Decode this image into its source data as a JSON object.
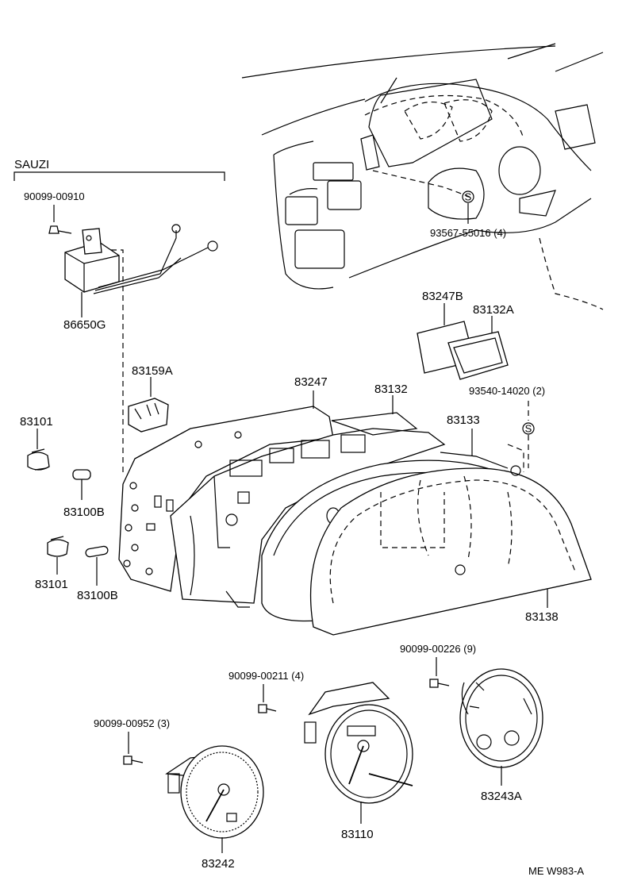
{
  "group_label": "SAUZI",
  "parts": {
    "p90099_00910": "90099-00910",
    "p86650G": "86650G",
    "p93567": "93567-55016 (4)",
    "p83247B": "83247B",
    "p83132A": "83132A",
    "p83159A": "83159A",
    "p83247": "83247",
    "p83132": "83132",
    "p93540": "93540-14020 (2)",
    "p83101_a": "83101",
    "p83133": "83133",
    "p83100B_a": "83100B",
    "p83101_b": "83101",
    "p83100B_b": "83100B",
    "p83138": "83138",
    "p90099_00226": "90099-00226 (9)",
    "p90099_00211": "90099-00211 (4)",
    "p90099_00952": "90099-00952 (3)",
    "p83243A": "83243A",
    "p83110": "83110",
    "p83242": "83242"
  },
  "screw_symbol": "S",
  "diagram_code": "ME W983-A"
}
